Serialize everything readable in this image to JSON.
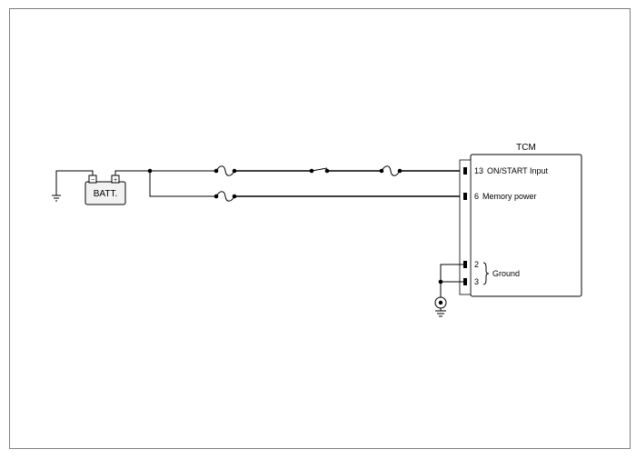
{
  "diagram": {
    "components": {
      "battery": {
        "label": "BATT.",
        "neg_symbol": "−",
        "pos_symbol": "+"
      },
      "tcm": {
        "title": "TCM",
        "pins": [
          {
            "number": "13",
            "label": "ON/START Input"
          },
          {
            "number": "6",
            "label": "Memory power"
          },
          {
            "number": "2",
            "label": ""
          },
          {
            "number": "3",
            "label": ""
          }
        ],
        "ground_label": "Ground"
      }
    },
    "icons": {
      "fuse": "fuse-icon",
      "switch": "switch-icon",
      "ground": "ground-icon",
      "chassis_ground": "chassis-ground-icon"
    },
    "colors": {
      "line": "#000000",
      "border": "#7f7f7f",
      "battery_fill": "#f2f2f2"
    }
  }
}
